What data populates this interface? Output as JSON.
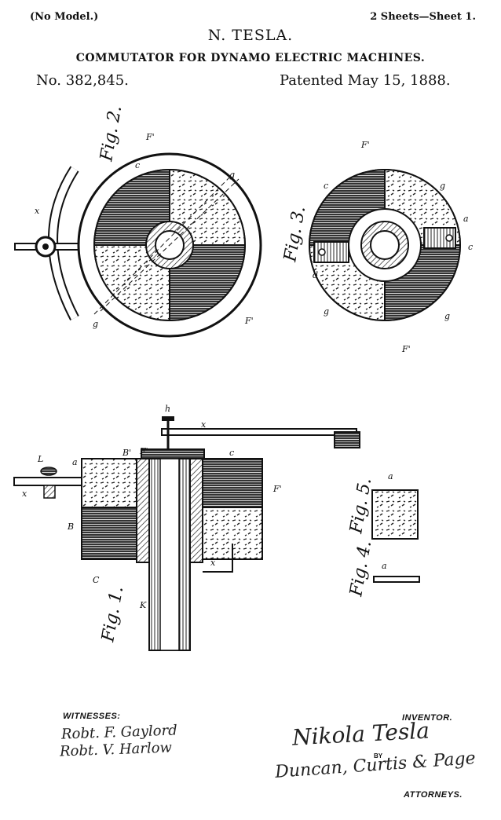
{
  "header": {
    "model_note": "(No Model.)",
    "sheets": "2 Sheets—Sheet 1.",
    "inventor": "N. TESLA.",
    "title": "COMMUTATOR FOR DYNAMO ELECTRIC MACHINES.",
    "patent_number": "No. 382,845.",
    "patent_date": "Patented May 15, 1888."
  },
  "figures": {
    "fig2": "Fig. 2.",
    "fig3": "Fig. 3.",
    "fig1": "Fig. 1.",
    "fig4": "Fig. 4.",
    "fig5": "Fig. 5."
  },
  "reference_letters": {
    "f_prime": "F'",
    "c": "c",
    "g": "g",
    "x": "x",
    "b": "b",
    "a": "a",
    "d": "d",
    "L": "L",
    "K": "K",
    "h": "h",
    "B": "B",
    "B_prime": "B'",
    "C": "C"
  },
  "signatures": {
    "witnesses_label": "WITNESSES:",
    "witness_1": "Robt. F. Gaylord",
    "witness_2": "Robt. V. Harlow",
    "inventor_label": "INVENTOR.",
    "inventor_signature": "Nikola Tesla",
    "by_label": "BY",
    "attorneys_signature": "Duncan, Curtis & Page",
    "attorneys_label": "ATTORNEYS."
  }
}
